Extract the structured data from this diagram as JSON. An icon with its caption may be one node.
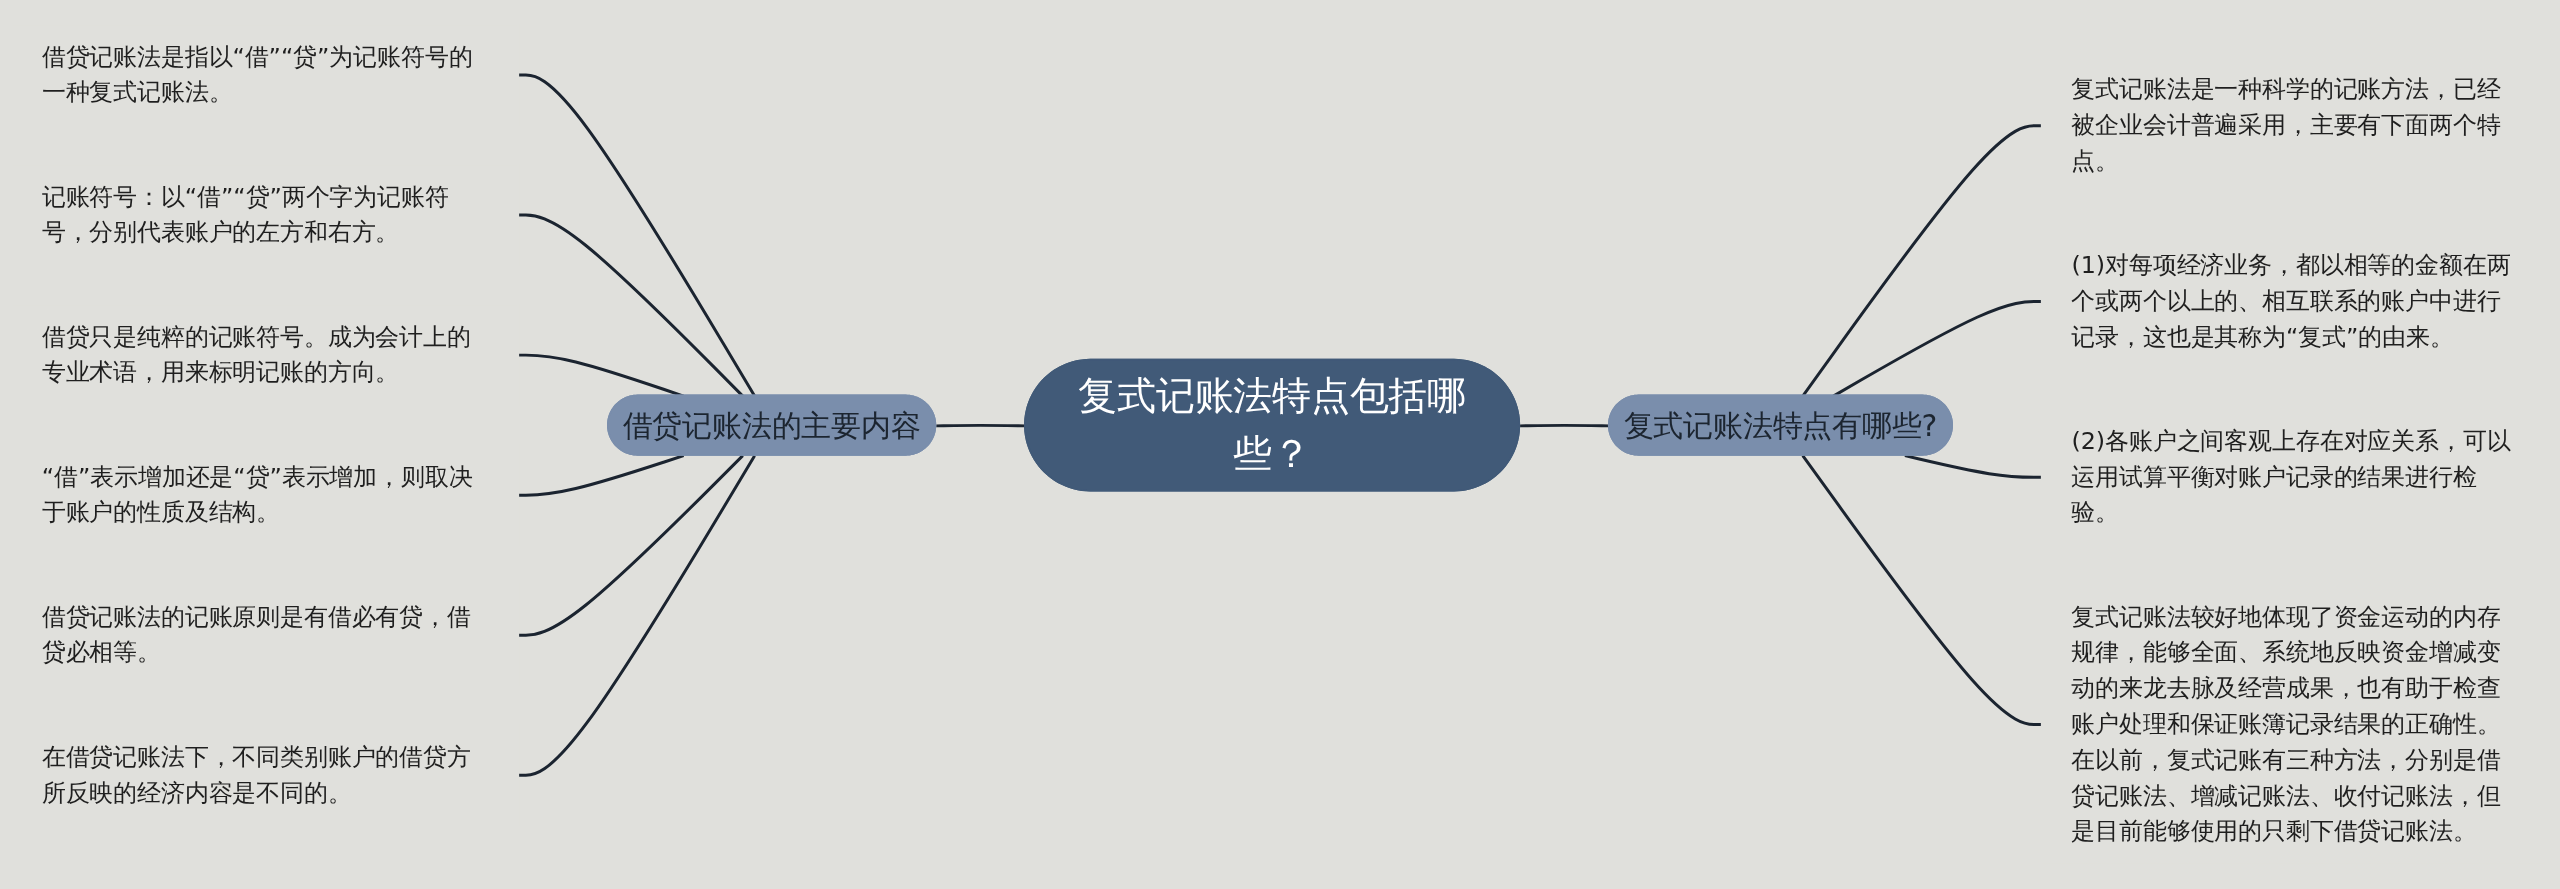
{
  "diagram": {
    "nodes": [
      {
        "text": [
          "复式记账法特点包括哪些？"
        ]
      },
      {
        "text": [
          "借贷记账法的主要内容"
        ]
      },
      {
        "text": [
          "借贷记账法是指以“借”“贷”为记账符号的一种复式记账法。"
        ]
      },
      {
        "text": [
          "记账符号：以“借”“贷”两个字为记账符号，分别代表账户的左方和右方。"
        ]
      },
      {
        "text": [
          "借贷只是纯粹的记账符号。成为会计上的专业术语，用来标明记账的方向。"
        ]
      },
      {
        "text": [
          "“借”表示增加还是“贷”表示增加，则取决于账户的性质及结构。"
        ]
      },
      {
        "text": [
          "借贷记账法的记账原则是有借必有贷，借贷必相等。"
        ]
      },
      {
        "text": [
          "在借贷记账法下，不同类别账户的借贷方所反映的经济内容是不同的。"
        ]
      },
      {
        "text": [
          "复式记账法特点有哪些?"
        ]
      },
      {
        "text": [
          "复式记账法是一种科学的记账方法，已经被企业会计普遍采用，主要有下面两个特点。"
        ]
      },
      {
        "text": [
          "(1)对每项经济业务，都以相等的金额在两个或两个以上的、相互联系的账户中进行记录，这也是其称为“复式”的由来。"
        ]
      },
      {
        "text": [
          "(2)各账户之间客观上存在对应关系，可以运用试算平衡对账户记录的结果进行检验。"
        ]
      },
      {
        "text": [
          "复式记账法较好地体现了资金运动的内存规律，能够全面、系统地反映资金增减变动的来龙去脉及经营成果，也有助于检查账户处理和保证账簿记录结果的正确性。在以前，复式记账有三种方法，分别是借贷记账法、增减记账法、收付记账法，但是目前能够使用的只剩下借贷记账法。"
        ]
      }
    ],
    "edges": [
      {
        "from": 0,
        "to": 1,
        "arrow": "none"
      },
      {
        "from": 1,
        "to": 2,
        "arrow": "none"
      },
      {
        "from": 1,
        "to": 3,
        "arrow": "none"
      },
      {
        "from": 1,
        "to": 4,
        "arrow": "none"
      },
      {
        "from": 1,
        "to": 5,
        "arrow": "none"
      },
      {
        "from": 1,
        "to": 6,
        "arrow": "none"
      },
      {
        "from": 1,
        "to": 7,
        "arrow": "none"
      },
      {
        "from": 0,
        "to": 8,
        "arrow": "none"
      },
      {
        "from": 8,
        "to": 9,
        "arrow": "none"
      },
      {
        "from": 8,
        "to": 10,
        "arrow": "none"
      },
      {
        "from": 8,
        "to": 11,
        "arrow": "none"
      },
      {
        "from": 8,
        "to": 12,
        "arrow": "none"
      }
    ]
  }
}
